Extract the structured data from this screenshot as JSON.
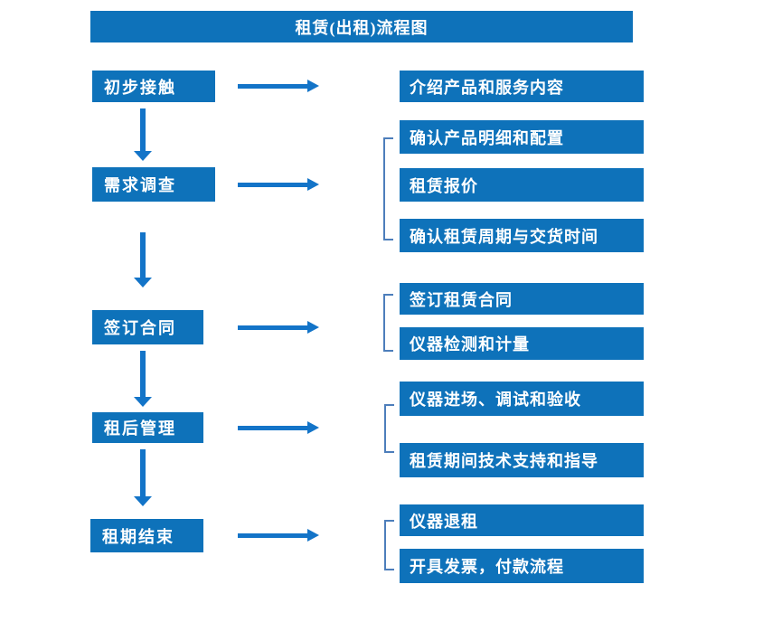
{
  "title": "租赁(出租)流程图",
  "colors": {
    "box_blue": "#0E72BA",
    "arrow_blue": "#1374C8",
    "bracket_blue": "#4D7EBB",
    "text": "#FFFFFF",
    "background": "#FFFFFF"
  },
  "stages": [
    {
      "label": "初步接触"
    },
    {
      "label": "需求调查"
    },
    {
      "label": "签订合同"
    },
    {
      "label": "租后管理"
    },
    {
      "label": "租期结束"
    }
  ],
  "details": [
    {
      "label": "介绍产品和服务内容"
    },
    {
      "label": "确认产品明细和配置"
    },
    {
      "label": "租赁报价"
    },
    {
      "label": "确认租赁周期与交货时间"
    },
    {
      "label": "签订租赁合同"
    },
    {
      "label": "仪器检测和计量"
    },
    {
      "label": "仪器进场、调试和验收"
    },
    {
      "label": "租赁期间技术支持和指导"
    },
    {
      "label": "仪器退租"
    },
    {
      "label": "开具发票，付款流程"
    }
  ]
}
